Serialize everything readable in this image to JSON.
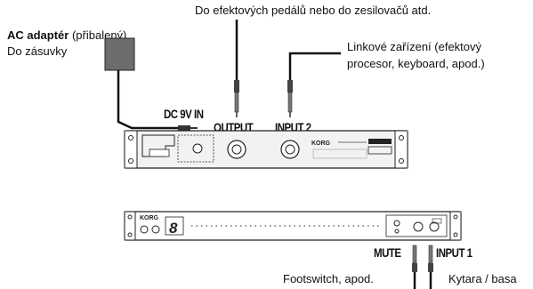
{
  "labels": {
    "top_destination": "Do efektových pedálů nebo do zesilovačů atd.",
    "ac_adapter_bold": "AC adaptér",
    "ac_adapter_rest": " (přibalený)",
    "to_outlet": "Do zásuvky",
    "line_device_1": "Linkové zařízení (efektový",
    "line_device_2": "procesor, keyboard, apod.)",
    "footswitch": "Footswitch, apod.",
    "guitar_bass": "Kytara / basa"
  },
  "jack_labels": {
    "dc_in": "DC 9V IN",
    "output": "OUTPUT",
    "input2": "INPUT 2",
    "mute": "MUTE",
    "input1": "INPUT 1"
  },
  "panel_text": {
    "brand": "KORG",
    "display_glyph": "8"
  }
}
